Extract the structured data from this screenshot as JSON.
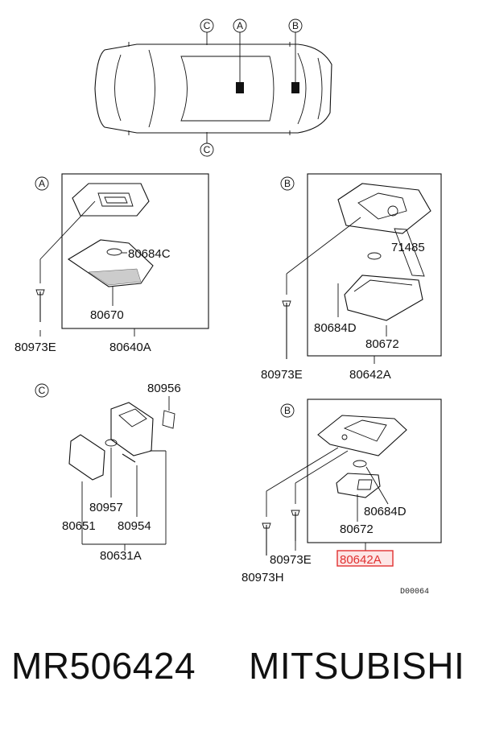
{
  "markers": {
    "a": "A",
    "b": "B",
    "c": "C"
  },
  "panel_a": {
    "parts": [
      "80684C",
      "80670",
      "80973E",
      "80640A"
    ]
  },
  "panel_b1": {
    "parts": [
      "71485",
      "80684D",
      "80672",
      "80973E",
      "80642A"
    ]
  },
  "panel_c": {
    "parts": [
      "80956",
      "80957",
      "80651",
      "80954",
      "80631A"
    ]
  },
  "panel_b2": {
    "parts": [
      "80684D",
      "80672",
      "80973E",
      "80642A",
      "80973H"
    ],
    "highlight_color": "#e03030"
  },
  "diagram_code": "D00064",
  "footer": {
    "part_number": "MR506424",
    "brand": "MITSUBISHI"
  }
}
